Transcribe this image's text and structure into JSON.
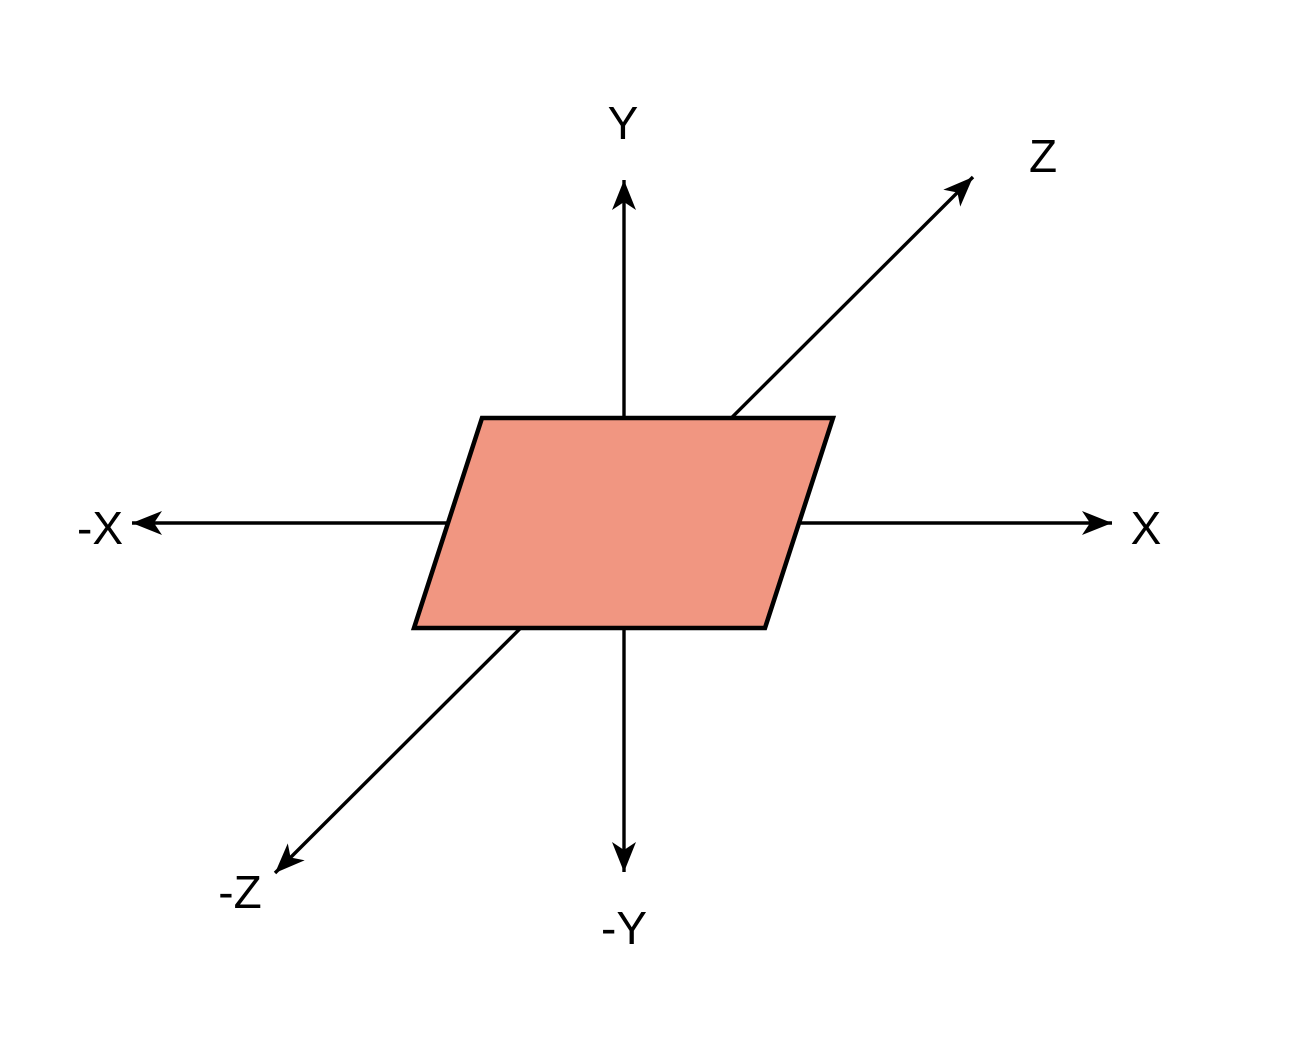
{
  "diagram": {
    "title": "3d-coordinate-axes-with-plane",
    "labels": {
      "x_pos": "X",
      "x_neg": "-X",
      "y_pos": "Y",
      "y_neg": "-Y",
      "z_pos": "Z",
      "z_neg": "-Z"
    },
    "colors": {
      "plane_fill": "#F19681",
      "line": "#000000",
      "background": "#FFFFFF"
    }
  }
}
